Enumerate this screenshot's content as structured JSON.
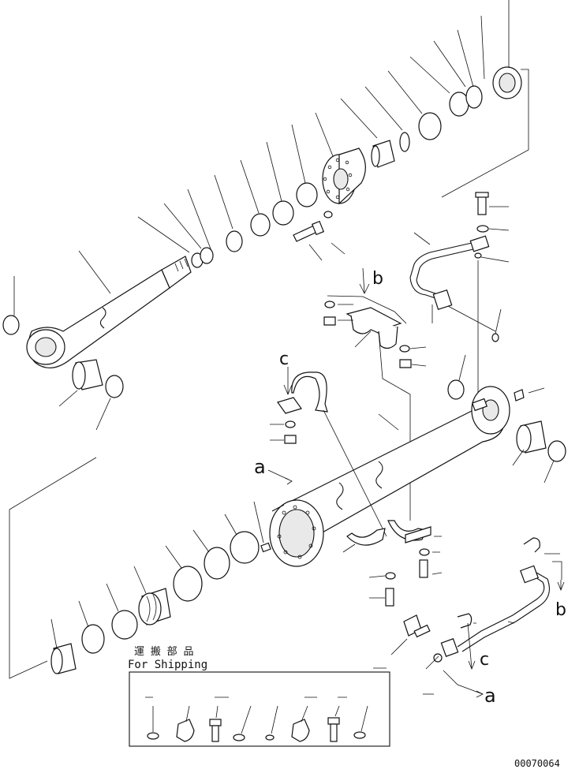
{
  "shipping": {
    "label_jp": "運 搬 部 品",
    "label_en": "For Shipping"
  },
  "callouts": {
    "a_top": "a",
    "a_bottom": "a",
    "b_top": "b",
    "b_bottom": "b",
    "c_top": "c",
    "c_bottom": "c"
  },
  "drawing_number": "00070064"
}
